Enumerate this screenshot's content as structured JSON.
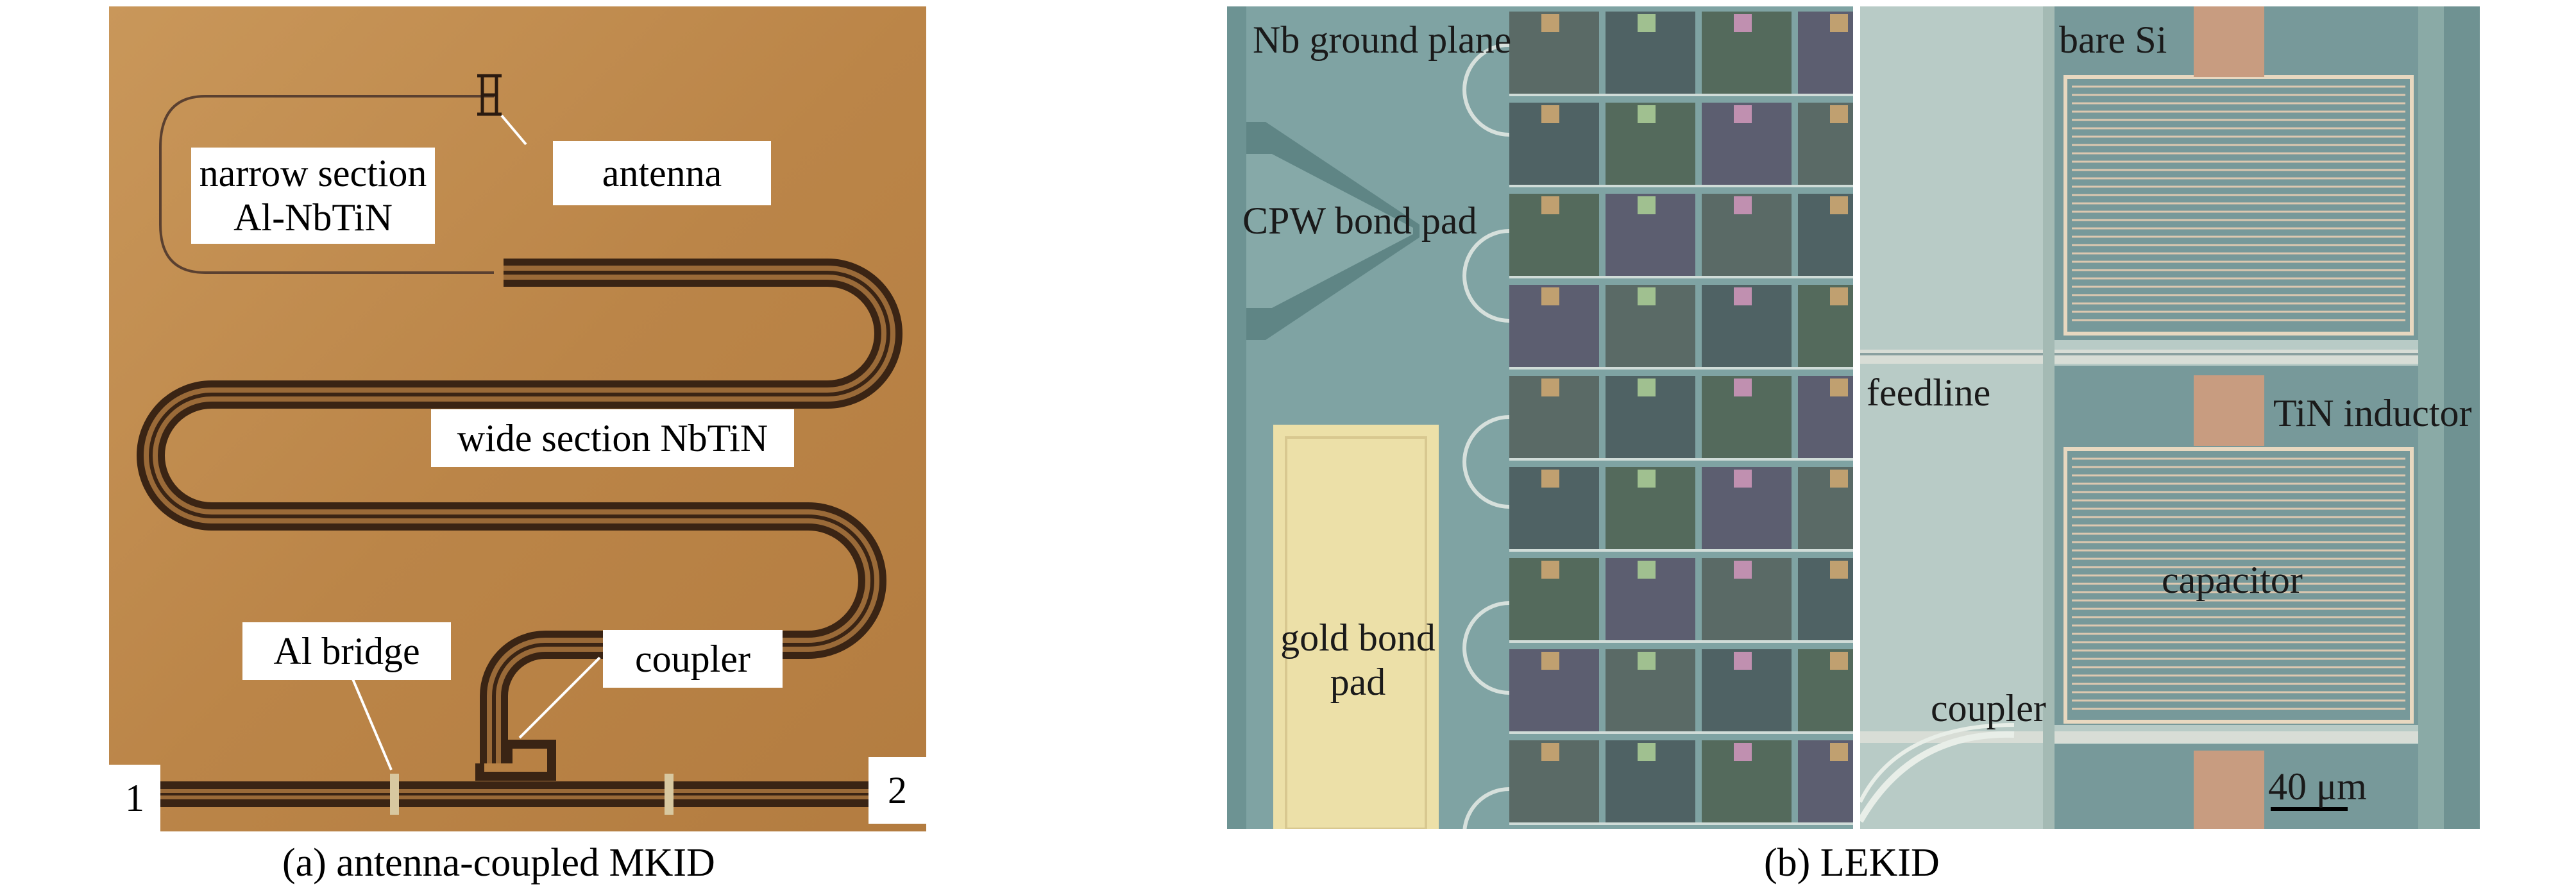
{
  "panel_a": {
    "caption": "(a) antenna-coupled MKID",
    "labels": {
      "narrow_section_line1": "narrow section",
      "narrow_section_line2": "Al-NbTiN",
      "antenna": "antenna",
      "wide_section": "wide section NbTiN",
      "al_bridge": "Al bridge",
      "coupler": "coupler",
      "port_1": "1",
      "port_2": "2"
    },
    "colors": {
      "background": "#c08a4a",
      "line": "#3a2414"
    }
  },
  "panel_b": {
    "caption": "(b) LEKID",
    "labels": {
      "nb_ground_plane": "Nb ground plane",
      "cpw_bond_pad": "CPW bond pad",
      "gold_bond_pad_line1": "gold bond",
      "gold_bond_pad_line2": "pad",
      "bare_si": "bare Si",
      "feedline": "feedline",
      "tin_inductor": "TiN inductor",
      "capacitor": "capacitor",
      "coupler": "coupler",
      "scale_bar": "40 μm"
    },
    "colors": {
      "ground_plane": "#7fa4a4",
      "gold": "#ece0a8",
      "pixel": "#4a5a5e",
      "metal_line": "#e8d8c0"
    }
  }
}
